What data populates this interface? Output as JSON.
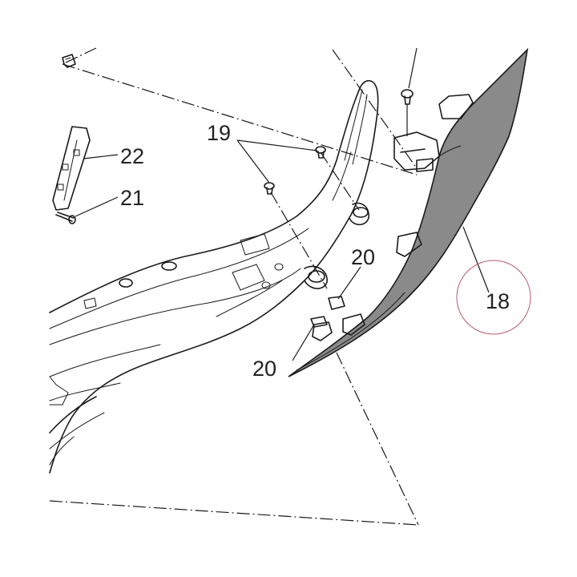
{
  "callouts": {
    "c19": "19",
    "c22": "22",
    "c21": "21",
    "c20_upper": "20",
    "c20_lower": "20",
    "c18": "18"
  },
  "colors": {
    "panel_fill": "#8a8a8a",
    "highlight_circle": "#b85a6a",
    "line": "#1a1a1a",
    "background": "#ffffff"
  }
}
